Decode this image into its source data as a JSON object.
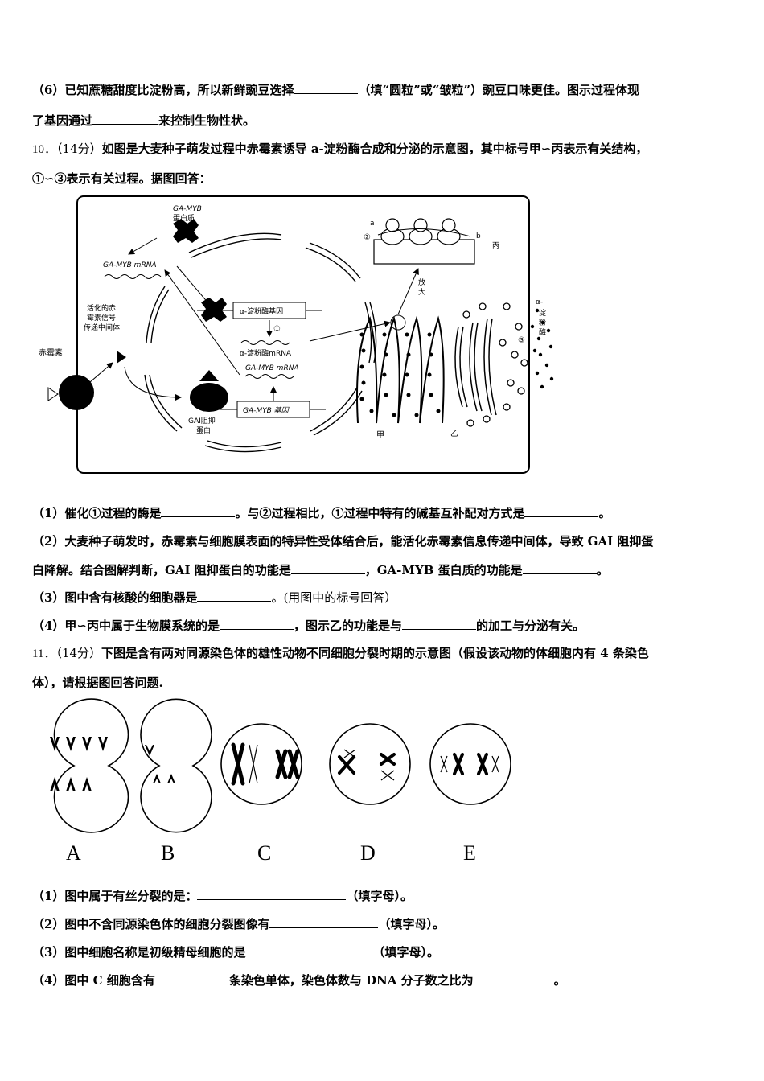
{
  "q9": {
    "p6_a": "（6）已知蔗糖甜度比淀粉高，所以新鲜豌豆选择",
    "p6_b": "（填“圆粒”或“皱粒”）豌豆口味更佳。图示过程体现",
    "p6_c": "了基因通过",
    "p6_d": "来控制生物性状。"
  },
  "q10": {
    "num": "10．",
    "score": "（14分）",
    "intro_a": "如图是大麦种子萌发过程中赤霉素诱导 a-淀粉酶合成和分泌的示意图，其中标号甲∽丙表示有关结构，",
    "intro_b": "①∽③表示有关过程。据图回答：",
    "figure": {
      "ga_myb_protein": [
        "GA-MYB",
        "蛋白质"
      ],
      "ga_myb_mrna_top": "GA-MYB mRNA",
      "activated_signal": [
        "活化的赤",
        "霉素信号",
        "传递中间体"
      ],
      "gibberellin": "赤霉素",
      "amylase_gene": "α-淀粉酶基因",
      "step1": "①",
      "amylase_mrna": "α-淀粉酶mRNA",
      "ga_myb_mrna": "GA-MYB mRNA",
      "ga_myb_gene": "GA-MYB 基因",
      "gai_repressor": [
        "GAI阻抑",
        "蛋白"
      ],
      "a": "a",
      "b": "b",
      "step2": "②",
      "bing": "丙",
      "enlarge": [
        "放",
        "大"
      ],
      "step3": "③",
      "amylase": [
        "α-",
        "淀",
        "粉",
        "酶"
      ],
      "jia": "甲",
      "yi": "乙"
    },
    "q1_a": "（1）催化①过程的酶是",
    "q1_b": "。与②过程相比，①过程中特有的碱基互补配对方式是",
    "q1_c": "。",
    "q2_a": "（2）大麦种子萌发时，赤霉素与细胞膜表面的特异性受体结合后，能活化赤霉素信息传递中间体，导致 GAI 阻抑蛋",
    "q2_b": "白降解。结合图解判断，GAI 阻抑蛋白的功能是",
    "q2_c": "，GA-MYB 蛋白质的功能是",
    "q2_d": "。",
    "q3_a": "（3）图中含有核酸的细胞器是",
    "q3_b": "。(用图中的标号回答）",
    "q4_a": "（4）甲∽丙中属于生物膜系统的是",
    "q4_b": "，图示乙的功能是与",
    "q4_c": "的加工与分泌有关。"
  },
  "q11": {
    "num": "11．",
    "score": "（14分）",
    "intro_a": "下图是含有两对同源染色体的雄性动物不同细胞分裂时期的示意图（假设该动物的体细胞内有 4 条染色",
    "intro_b": "体），请根据图回答问题.",
    "labels": [
      "A",
      "B",
      "C",
      "D",
      "E"
    ],
    "q1_a": "（1）图中属于有丝分裂的是：",
    "q1_b": "（填字母）。",
    "q2_a": "（2）图中不含同源染色体的细胞分裂图像有",
    "q2_b": "（填字母）。",
    "q3_a": "（3）图中细胞名称是初级精母细胞的是",
    "q3_b": "（填字母）。",
    "q4_a": "（4）图中 C 细胞含有",
    "q4_b": "条染色单体，染色体数与 DNA 分子数之比为",
    "q4_c": "。"
  }
}
